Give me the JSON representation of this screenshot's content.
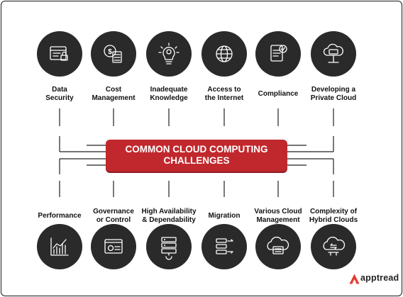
{
  "center": {
    "title_line1": "COMMON CLOUD COMPUTING",
    "title_line2": "CHALLENGES"
  },
  "top_items": [
    {
      "line1": "Data",
      "line2": "Security",
      "icon": "data-security-icon"
    },
    {
      "line1": "Cost",
      "line2": "Management",
      "icon": "cost-management-icon"
    },
    {
      "line1": "Inadequate",
      "line2": "Knowledge",
      "icon": "knowledge-bulb-icon"
    },
    {
      "line1": "Access to",
      "line2": "the Internet",
      "icon": "internet-globe-icon"
    },
    {
      "line1": "Compliance",
      "line2": "",
      "icon": "compliance-document-icon"
    },
    {
      "line1": "Developing a",
      "line2": "Private Cloud",
      "icon": "private-cloud-icon"
    }
  ],
  "bottom_items": [
    {
      "line1": "Performance",
      "line2": "",
      "icon": "performance-chart-icon"
    },
    {
      "line1": "Governance",
      "line2": "or Control",
      "icon": "governance-control-icon"
    },
    {
      "line1": "High Availability",
      "line2": "& Dependability",
      "icon": "high-availability-server-icon"
    },
    {
      "line1": "Migration",
      "line2": "",
      "icon": "migration-arrows-icon"
    },
    {
      "line1": "Various Cloud",
      "line2": "Management",
      "icon": "cloud-management-icon"
    },
    {
      "line1": "Complexity of",
      "line2": "Hybrid Clouds",
      "icon": "hybrid-cloud-icon"
    }
  ],
  "brand": {
    "name": "apptread",
    "logo_letter": "A",
    "logo_color": "#e63a2e"
  },
  "colors": {
    "accent": "#c0282d",
    "node": "#2a2a2a",
    "line": "#222222"
  }
}
